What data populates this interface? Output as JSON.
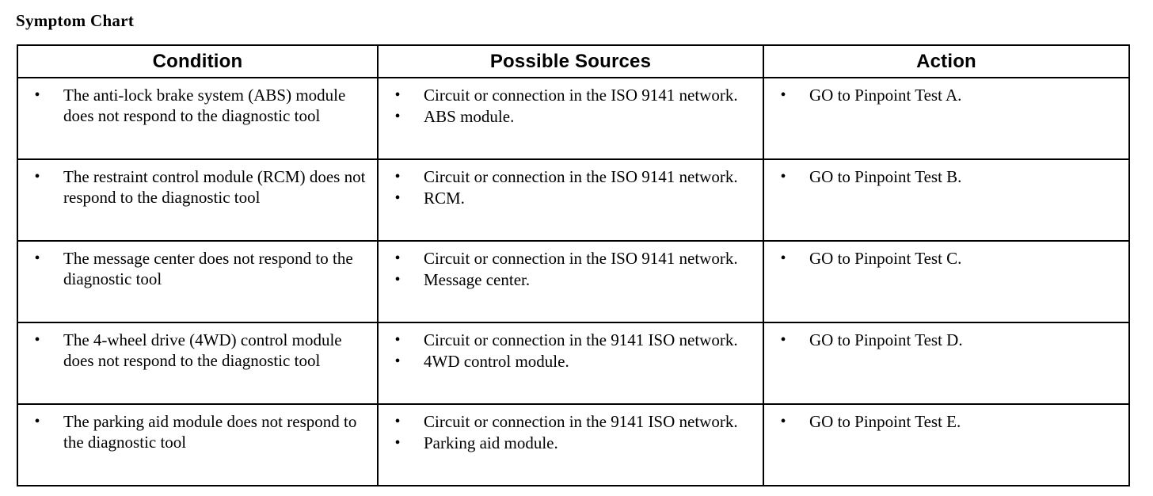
{
  "document": {
    "title": "Symptom Chart"
  },
  "bullet_glyph": "•",
  "table": {
    "headers": [
      {
        "label": "Condition"
      },
      {
        "label": "Possible Sources"
      },
      {
        "label": "Action"
      }
    ],
    "rows": [
      {
        "condition": [
          "The anti-lock brake system (ABS) module does not respond to the diagnostic tool"
        ],
        "sources": [
          "Circuit or connection in the ISO 9141 network.",
          "ABS module."
        ],
        "action": [
          "GO to Pinpoint Test A."
        ]
      },
      {
        "condition": [
          "The restraint control module (RCM) does not respond to the diagnostic tool"
        ],
        "sources": [
          "Circuit or connection in the ISO 9141 network.",
          "RCM."
        ],
        "action": [
          "GO to Pinpoint Test B."
        ]
      },
      {
        "condition": [
          "The message center does not respond to the diagnostic tool"
        ],
        "sources": [
          "Circuit or connection in the ISO 9141 network.",
          "Message center."
        ],
        "action": [
          "GO to Pinpoint Test C."
        ]
      },
      {
        "condition": [
          "The 4-wheel drive (4WD) control module does not respond to the diagnostic tool"
        ],
        "sources": [
          "Circuit or connection in the 9141 ISO network.",
          "4WD control module."
        ],
        "action": [
          "GO to Pinpoint Test D."
        ]
      },
      {
        "condition": [
          "The parking aid module does not respond to the diagnostic tool"
        ],
        "sources": [
          "Circuit or connection in the 9141 ISO network.",
          "Parking aid module."
        ],
        "action": [
          "GO to Pinpoint Test E."
        ]
      }
    ]
  },
  "colors": {
    "text": "#000000",
    "background": "#ffffff",
    "border": "#000000"
  }
}
